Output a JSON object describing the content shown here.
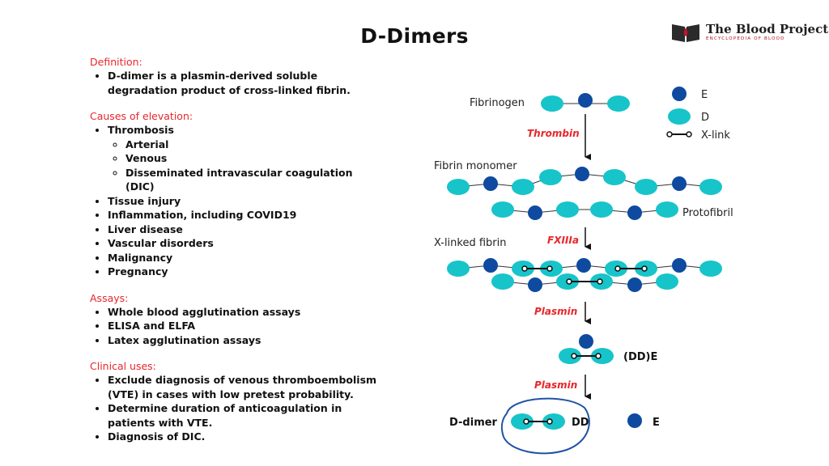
{
  "title": "D-Dimers",
  "logo": {
    "name": "The Blood Project",
    "sub": "ENCYCLOPEDIA OF BLOOD"
  },
  "definition": {
    "heading": "Definition:",
    "items": [
      "D-dimer is a plasmin-derived soluble degradation product of cross-linked fibrin."
    ]
  },
  "causes": {
    "heading": "Causes of elevation:",
    "thrombosis": "Thrombosis",
    "thrombosis_sub": [
      "Arterial",
      "Venous",
      "Disseminated intravascular coagulation (DIC)"
    ],
    "items": [
      "Tissue injury",
      "Inflammation, including COVID19",
      "Liver disease",
      "Vascular disorders",
      "Malignancy",
      "Pregnancy"
    ]
  },
  "assays": {
    "heading": "Assays:",
    "items": [
      "Whole blood agglutination assays",
      "ELISA and ELFA",
      "Latex agglutination assays"
    ]
  },
  "clinical": {
    "heading": "Clinical uses:",
    "items": [
      "Exclude diagnosis of venous thromboembolism (VTE) in cases with low pretest probability.",
      "Determine duration of anticoagulation in patients with VTE.",
      "Diagnosis of DIC."
    ]
  },
  "diagram": {
    "fibrinogen": "Fibrinogen",
    "thrombin": "Thrombin",
    "fibrin_monomer": "Fibrin monomer",
    "protofibril": "Protofibril",
    "xlinked_fibrin": "X-linked fibrin",
    "fxiiia": "FXIIIa",
    "plasmin1": "Plasmin",
    "dde": "(DD)E",
    "plasmin2": "Plasmin",
    "ddimer": "D-dimer",
    "dd": "DD",
    "e": "E"
  },
  "legend": {
    "e": "E",
    "d": "D",
    "xlink": "X-link"
  },
  "colors": {
    "d_domain": "#17c4c9",
    "e_domain": "#0e4aa0",
    "enzyme": "#e8262b",
    "heading": "#e8262b",
    "circle": "#1f52a6"
  }
}
